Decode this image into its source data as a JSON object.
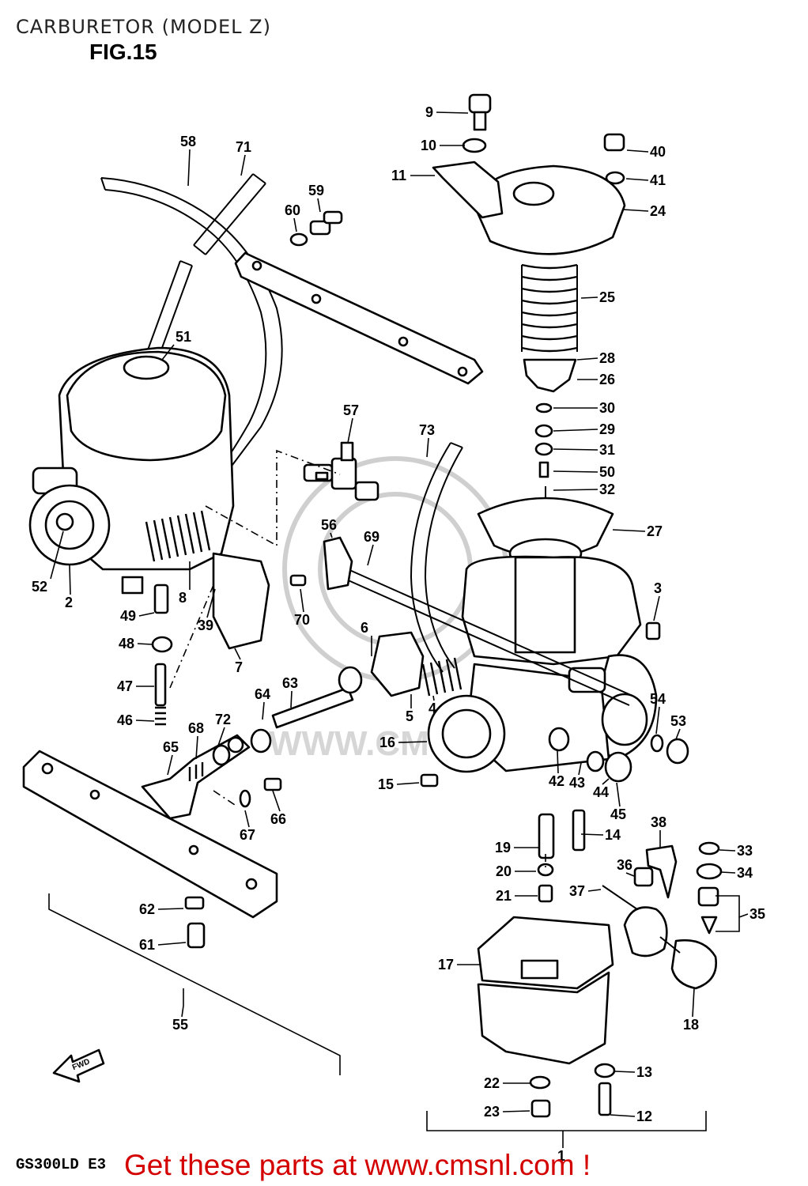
{
  "header": {
    "title": "CARBURETOR (MODEL Z)",
    "figure": "FIG.15"
  },
  "footer": {
    "model_code": "GS300LD E3",
    "banner": "Get these parts at www.cmsnl.com !"
  },
  "watermark": {
    "text": "WWW.CMSNL.COM"
  },
  "direction_arrow": {
    "label": "FWD"
  },
  "callouts": [
    "9",
    "10",
    "11",
    "40",
    "41",
    "24",
    "25",
    "28",
    "26",
    "30",
    "29",
    "31",
    "50",
    "32",
    "27",
    "3",
    "58",
    "71",
    "59",
    "60",
    "51",
    "57",
    "73",
    "56",
    "69",
    "70",
    "52",
    "2",
    "49",
    "48",
    "39",
    "8",
    "7",
    "6",
    "5",
    "4",
    "63",
    "64",
    "54",
    "53",
    "47",
    "46",
    "68",
    "72",
    "65",
    "16",
    "15",
    "42",
    "43",
    "44",
    "45",
    "67",
    "66",
    "19",
    "14",
    "20",
    "21",
    "38",
    "36",
    "37",
    "33",
    "34",
    "35",
    "62",
    "61",
    "17",
    "18",
    "55",
    "22",
    "23",
    "13",
    "12",
    "1"
  ],
  "colors": {
    "line_art": "#000000",
    "banner": "#d40000",
    "watermark": "#d6d6d6"
  }
}
